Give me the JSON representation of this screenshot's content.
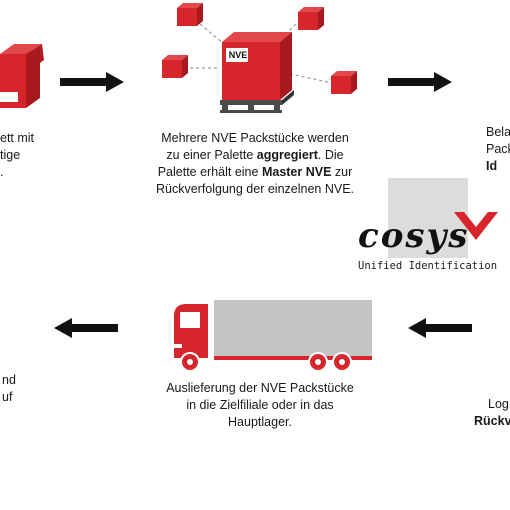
{
  "palette_label": "NVE",
  "step_top_left": {
    "lines": [
      "ett mit",
      "tige",
      "."
    ]
  },
  "step_top_center": {
    "line1": "Mehrere NVE Packstücke werden",
    "line2_pre": "zu einer Palette ",
    "line2_bold": "aggregiert",
    "line2_post": ". Die",
    "line3_pre": "Palette erhält eine ",
    "line3_bold": "Master NVE",
    "line3_post": " zur",
    "line4": "Rückverfolgung der einzelnen NVE."
  },
  "step_top_right": {
    "line1": "Bela",
    "line2": "Pack",
    "line3_bold": "Id"
  },
  "logo": {
    "wordmark": "cosys",
    "tagline": "Unified Identification"
  },
  "step_bottom_center": {
    "line1": "Auslieferung der NVE Packstücke",
    "line2": "in die Zielfiliale oder in das",
    "line3": "Hauptlager."
  },
  "step_bottom_left": {
    "line1": "nd",
    "line2": "uf"
  },
  "step_bottom_right": {
    "line1": "Log",
    "line2_bold": "Rückve"
  },
  "colors": {
    "red": "#d7262b",
    "dark_red": "#b51c20",
    "arrow": "#111111",
    "trailer": "#c4c4c4"
  }
}
